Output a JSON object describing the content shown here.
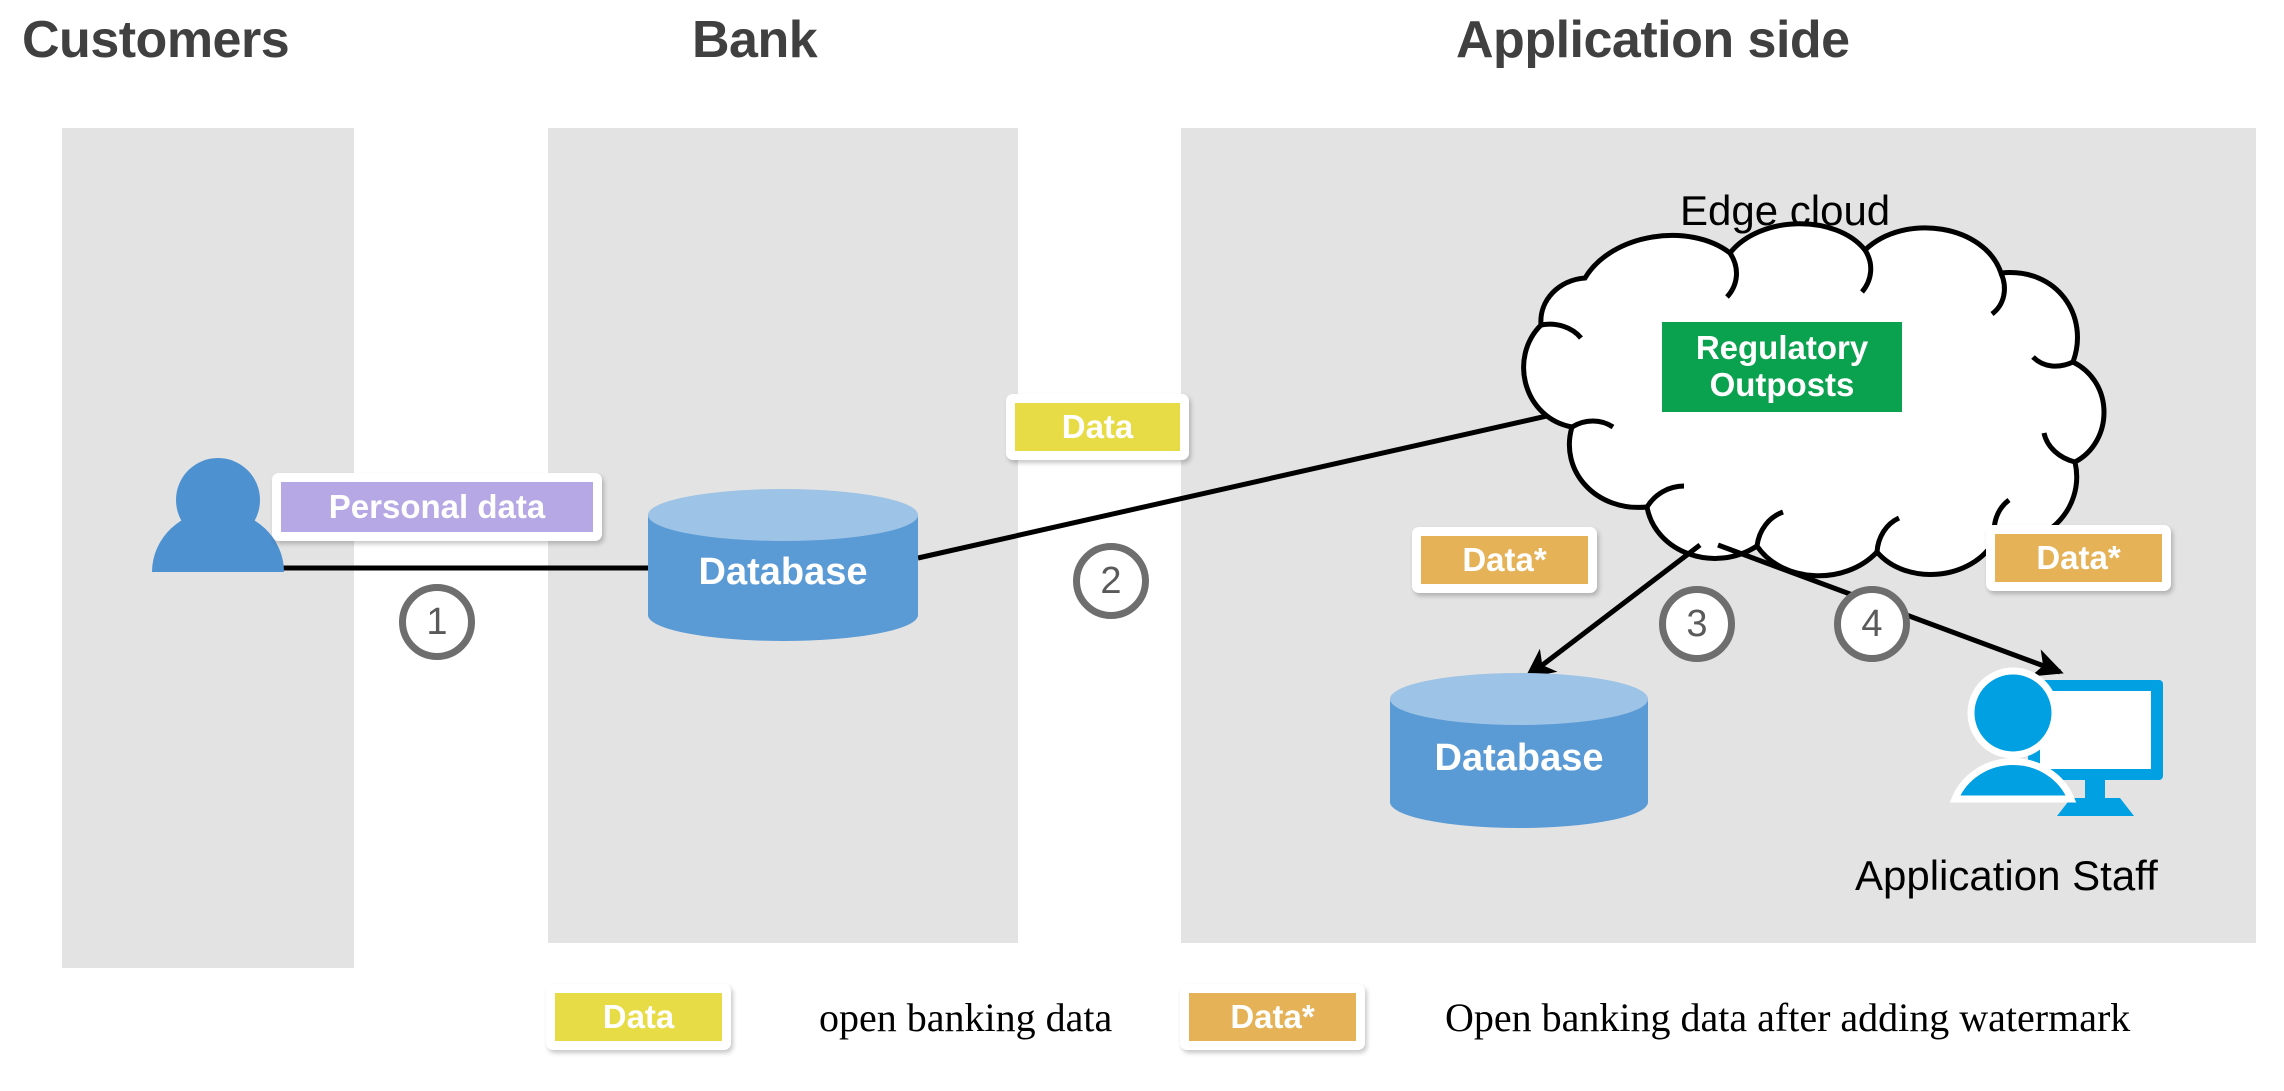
{
  "zones": [
    {
      "id": "customers",
      "title": "Customers"
    },
    {
      "id": "bank",
      "title": "Bank"
    },
    {
      "id": "app",
      "title": "Application side"
    }
  ],
  "labels": {
    "edge_cloud": "Edge cloud",
    "application_staff": "Application Staff",
    "regulatory_outposts_line1": "Regulatory",
    "regulatory_outposts_line2": "Outposts",
    "database_bank": "Database",
    "database_app": "Database"
  },
  "chips": {
    "personal_data": "Personal data",
    "data_bank": "Data",
    "data_star_left": "Data*",
    "data_star_right": "Data*"
  },
  "steps": [
    {
      "number": "1"
    },
    {
      "number": "2"
    },
    {
      "number": "3"
    },
    {
      "number": "4"
    }
  ],
  "legend": [
    {
      "chip": "Data",
      "desc": "open banking data"
    },
    {
      "chip": "Data*",
      "desc": "Open banking data after adding watermark"
    }
  ],
  "colors": {
    "panel_gray": "#e3e3e3",
    "title_gray": "#404040",
    "purple_tag": "#b5a8e4",
    "yellow_tag": "#e7dc46",
    "orange_tag": "#e5b257",
    "green_box": "#0ba24f",
    "database_body": "#5b9bd5",
    "database_top": "#9dc3e6",
    "person_customer": "#4e91d0",
    "person_staff": "#00a0e3",
    "step_circle_stroke": "#6e6e6e",
    "line_black": "#000000"
  }
}
